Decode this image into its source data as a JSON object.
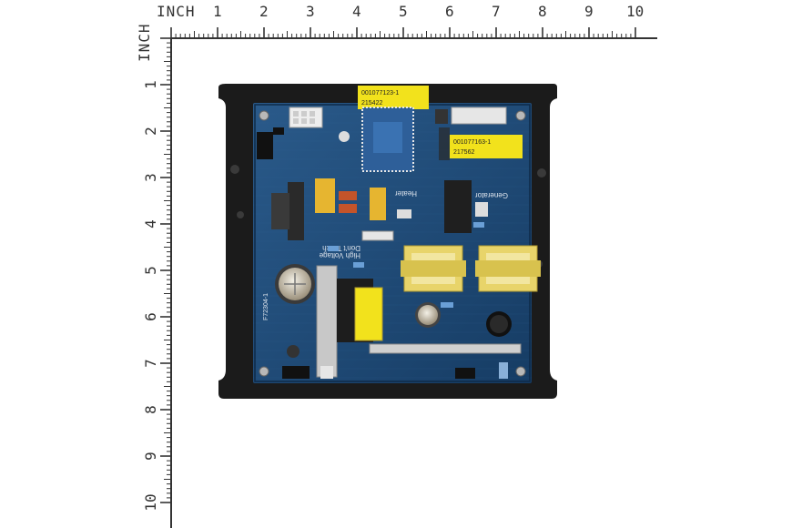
{
  "ruler": {
    "unit_label": "INCH",
    "x_ticks": [
      "1",
      "2",
      "3",
      "4",
      "5",
      "6",
      "7",
      "8",
      "9",
      "10"
    ],
    "y_ticks": [
      "1",
      "2",
      "3",
      "4",
      "5",
      "6",
      "7",
      "8",
      "9",
      "10"
    ]
  },
  "board": {
    "sticker_top_line1": "001077123-1",
    "sticker_top_line2": "215422",
    "sticker_right_line1": "001077163-1",
    "sticker_right_line2": "217562",
    "silk_heater": "Heater",
    "silk_generator": "Generator",
    "silk_warning_line1": "High Voltage",
    "silk_warning_line2": "Don't Touch",
    "silk_pcb_id": "F72304-1",
    "colors": {
      "pcb": "#1f4a78",
      "pcb_dark": "#16365a",
      "plate": "#1b1b1b",
      "sticker": "#f2e21c",
      "cap_yellow": "#e6b530",
      "transformer": "#e8d46a"
    }
  }
}
